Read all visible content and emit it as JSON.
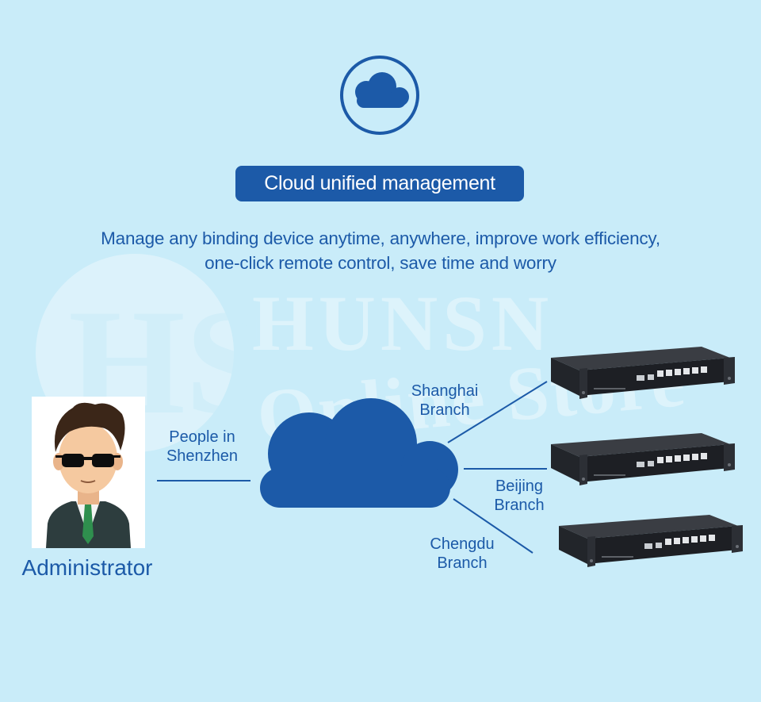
{
  "header": {
    "icon": "cloud-icon",
    "badge_label": "Cloud unified management"
  },
  "tagline": {
    "line1": "Manage any binding device anytime, anywhere, improve work efficiency,",
    "line2": "one-click remote control, save time and worry"
  },
  "watermark": {
    "monogram": "HS",
    "line1": "HUNSN",
    "line2": "Online Store"
  },
  "diagram": {
    "administrator": "Administrator",
    "origin_label": "People in\nShenzhen",
    "center_icon": "cloud-icon",
    "branches": [
      {
        "label": "Shanghai\nBranch",
        "device": "router-appliance-icon"
      },
      {
        "label": "Beijing\nBranch",
        "device": "router-appliance-icon"
      },
      {
        "label": "Chengdu\nBranch",
        "device": "router-appliance-icon"
      }
    ]
  },
  "colors": {
    "background": "#c9ecf9",
    "brand_blue": "#1c5aa8",
    "device_black": "#1d1f24"
  }
}
